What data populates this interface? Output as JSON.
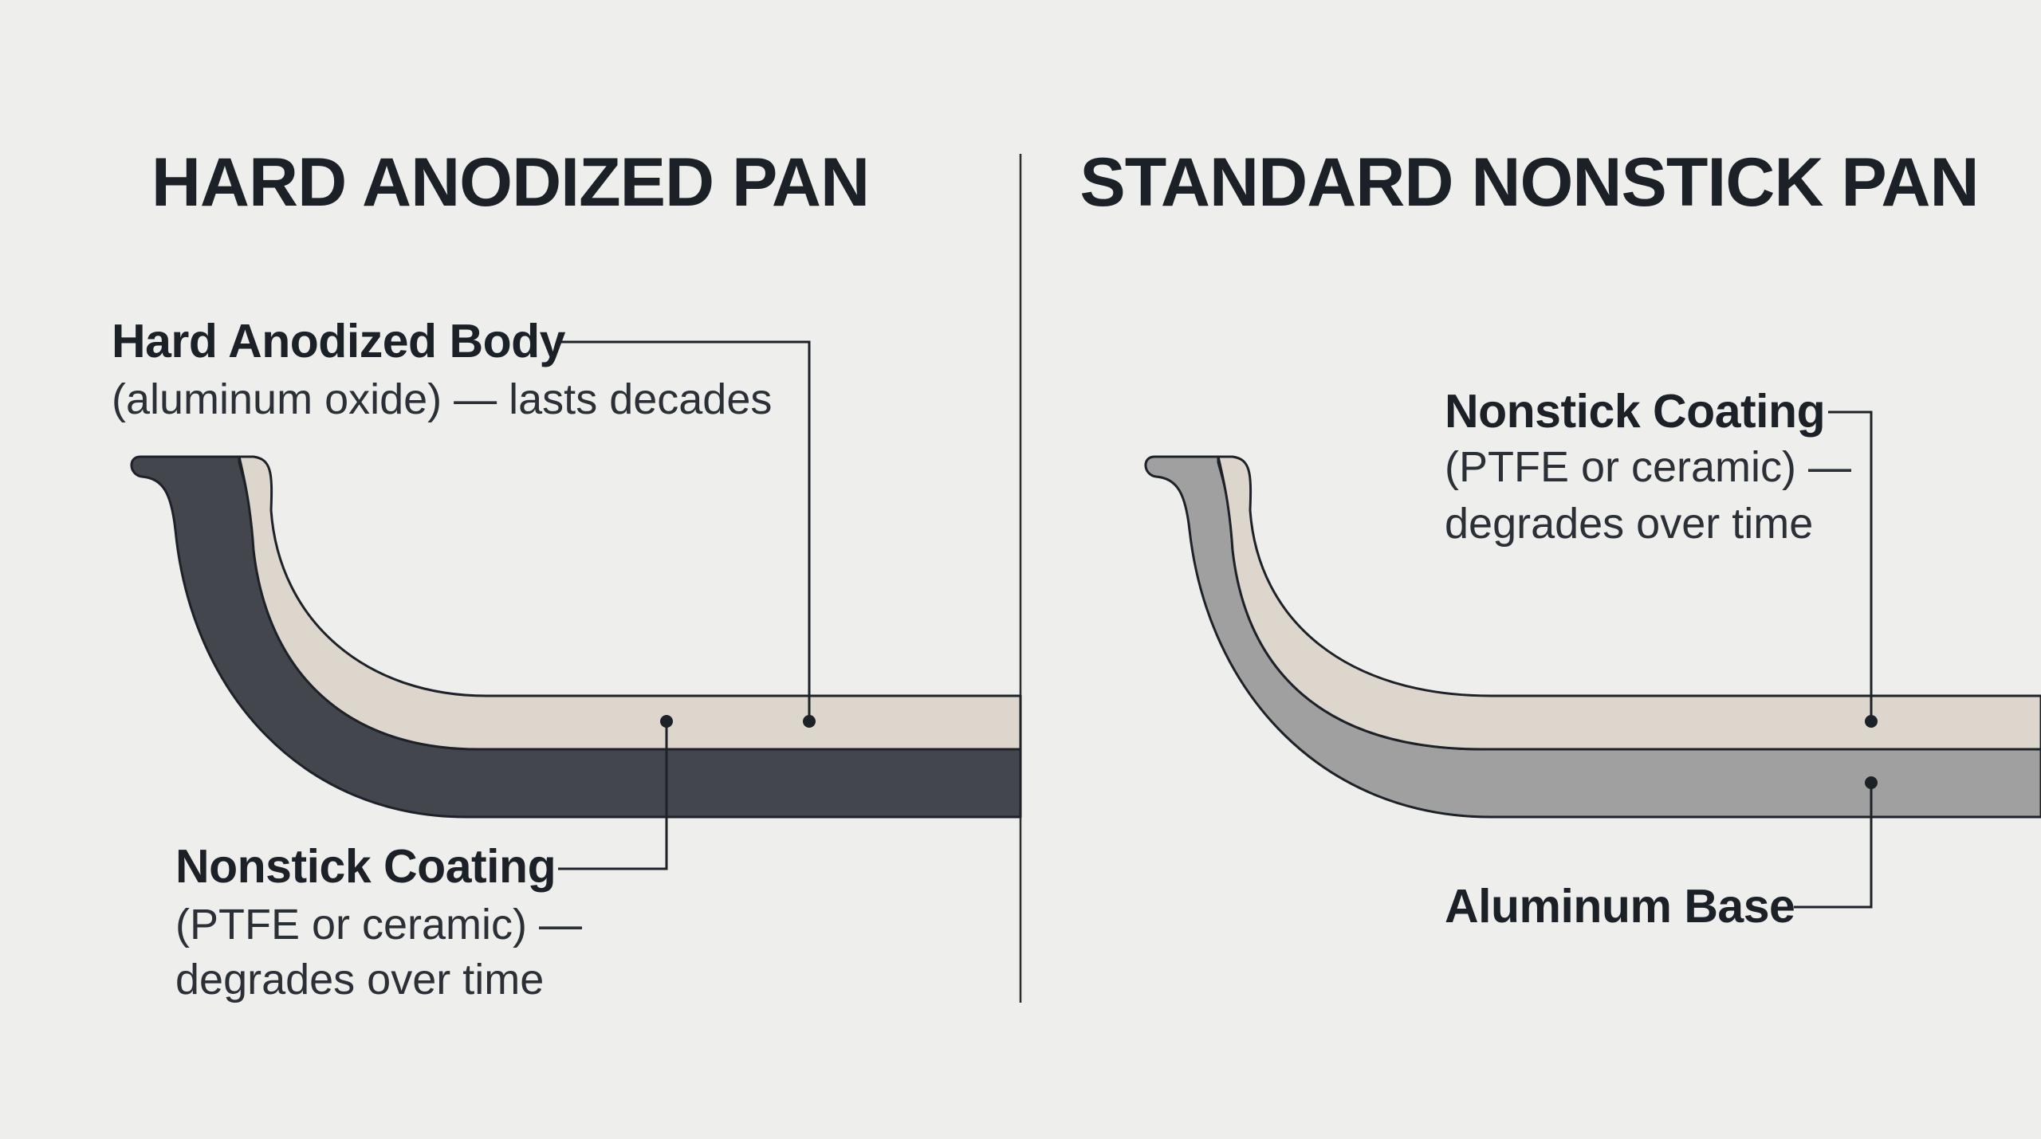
{
  "colors": {
    "background": "#eeeeed",
    "hard_anodized_body": "#43464c",
    "nonstick_coating": "#ddd6cd",
    "aluminum_base": "#a0a0a0",
    "ink": "#1d2228"
  },
  "left_panel": {
    "title": "HARD ANODIZED PAN",
    "body_label": {
      "title": "Hard Anodized Body",
      "desc": "(aluminum oxide) — lasts decades"
    },
    "coating_label": {
      "title": "Nonstick Coating",
      "desc_line1": "(PTFE or ceramic) —",
      "desc_line2": "degrades over time"
    }
  },
  "right_panel": {
    "title": "STANDARD NONSTICK PAN",
    "coating_label": {
      "title": "Nonstick Coating",
      "desc_line1": "(PTFE or ceramic) —",
      "desc_line2": "degrades over time"
    },
    "base_label": {
      "title": "Aluminum Base"
    }
  }
}
